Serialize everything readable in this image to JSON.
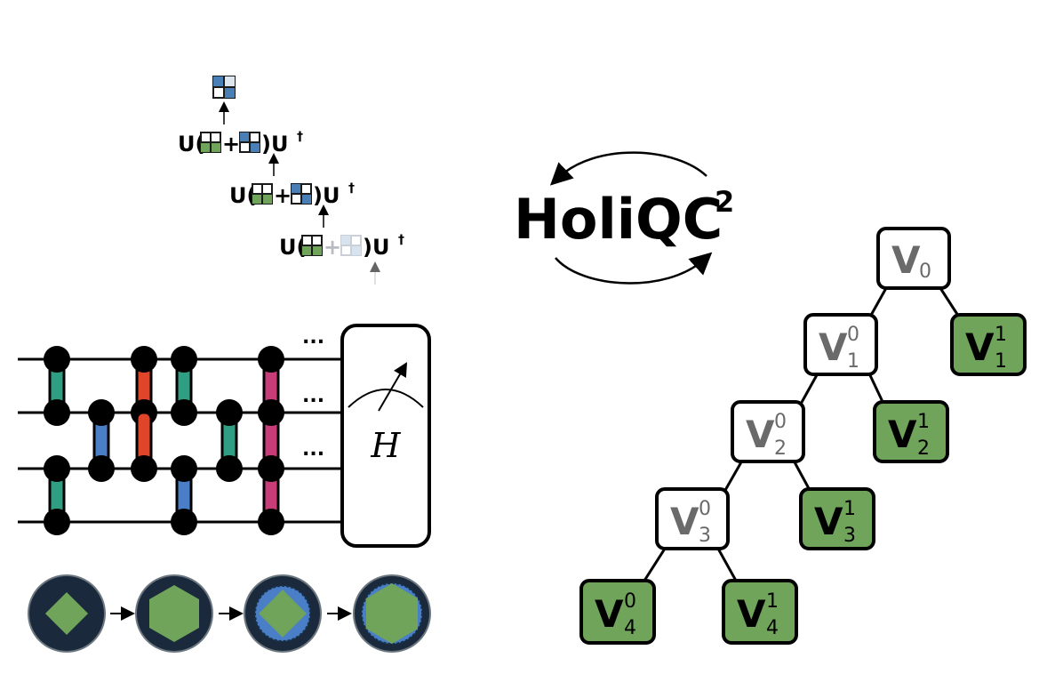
{
  "title": {
    "main": "HoliQC",
    "superscript": "2"
  },
  "equations": [
    {
      "lead": "U(",
      "plus": "+",
      "tail": ")U",
      "dagger": "†"
    },
    {
      "lead": "U(",
      "plus": "+",
      "tail": ")U",
      "dagger": "†"
    },
    {
      "lead": "U(",
      "plus": "+",
      "tail": ")U",
      "dagger": "†"
    }
  ],
  "circuit": {
    "ellipsis": [
      "...",
      "...",
      "..."
    ],
    "measurement_label": "H"
  },
  "tree": {
    "nodes": [
      {
        "id": "v0",
        "letter": "V",
        "sub": "0",
        "sup": "",
        "fill": "white"
      },
      {
        "id": "v10",
        "letter": "V",
        "sub": "1",
        "sup": "0",
        "fill": "white"
      },
      {
        "id": "v11",
        "letter": "V",
        "sub": "1",
        "sup": "1",
        "fill": "green"
      },
      {
        "id": "v20",
        "letter": "V",
        "sub": "2",
        "sup": "0",
        "fill": "white"
      },
      {
        "id": "v21",
        "letter": "V",
        "sub": "2",
        "sup": "1",
        "fill": "green"
      },
      {
        "id": "v30",
        "letter": "V",
        "sub": "3",
        "sup": "0",
        "fill": "white"
      },
      {
        "id": "v31",
        "letter": "V",
        "sub": "3",
        "sup": "1",
        "fill": "green"
      },
      {
        "id": "v40",
        "letter": "V",
        "sub": "4",
        "sup": "0",
        "fill": "green"
      },
      {
        "id": "v41",
        "letter": "V",
        "sub": "4",
        "sup": "1",
        "fill": "green"
      }
    ]
  },
  "colors": {
    "green": "#6fa45a",
    "blue": "#4a7fb5",
    "teal": "#2f9e82",
    "red": "#e0452a",
    "magenta": "#c83c78",
    "navy": "#1a2a3c",
    "black": "#000000"
  }
}
